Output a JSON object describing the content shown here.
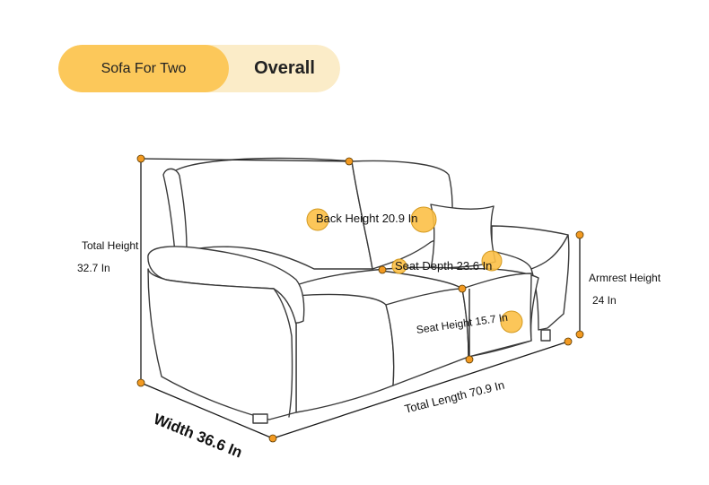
{
  "tabs": {
    "active_label": "Sofa For Two",
    "inactive_label": "Overall"
  },
  "dimensions": {
    "total_height_title": "Total Height",
    "total_height_value": "32.7 In",
    "back_height": "Back Height 20.9 In",
    "seat_depth": "Seat Depth 23.6 In",
    "armrest_height_title": "Armrest Height",
    "armrest_height_value": "24 In",
    "seat_height": "Seat Height 15.7 In",
    "total_length": "Total Length 70.9 In",
    "width": "Width 36.6 In"
  },
  "colors": {
    "tab_active": "#fcc85a",
    "tab_track": "#fbecc8",
    "dot": "#f29a22",
    "marker": "#fcc047"
  }
}
